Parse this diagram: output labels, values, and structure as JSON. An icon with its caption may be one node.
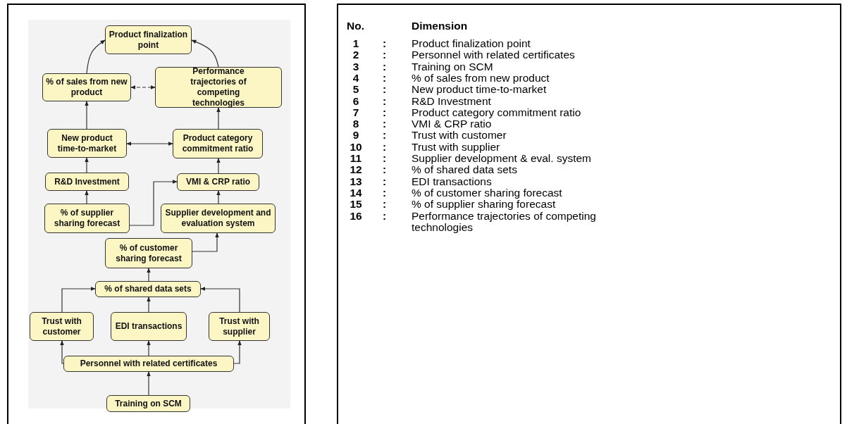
{
  "diagram": {
    "nodes": [
      {
        "text": [
          "Product finalization point"
        ]
      },
      {
        "text": [
          "% of sales from new product"
        ]
      },
      {
        "text": [
          "Performance trajectories of competing technologies"
        ]
      },
      {
        "text": [
          "New product time-to-market"
        ]
      },
      {
        "text": [
          "Product category commitment ratio"
        ]
      },
      {
        "text": [
          "R&D Investment"
        ]
      },
      {
        "text": [
          "VMI & CRP ratio"
        ]
      },
      {
        "text": [
          "% of supplier sharing forecast"
        ]
      },
      {
        "text": [
          "Supplier development and evaluation system"
        ]
      },
      {
        "text": [
          "% of customer sharing forecast"
        ]
      },
      {
        "text": [
          "% of shared data sets"
        ]
      },
      {
        "text": [
          "Trust with customer"
        ]
      },
      {
        "text": [
          "EDI transactions"
        ]
      },
      {
        "text": [
          "Trust with supplier"
        ]
      },
      {
        "text": [
          "Personnel with related certificates"
        ]
      },
      {
        "text": [
          "Training on SCM"
        ]
      }
    ],
    "edges": [
      {
        "from": 1,
        "to": 0,
        "arrow": "to"
      },
      {
        "from": 2,
        "to": 0,
        "arrow": "to"
      },
      {
        "from": 1,
        "to": 2,
        "arrow": "both",
        "style": "dashed"
      },
      {
        "from": 3,
        "to": 1,
        "arrow": "to"
      },
      {
        "from": 4,
        "to": 2,
        "arrow": "to"
      },
      {
        "from": 3,
        "to": 4,
        "arrow": "both"
      },
      {
        "from": 5,
        "to": 3,
        "arrow": "to"
      },
      {
        "from": 6,
        "to": 4,
        "arrow": "to"
      },
      {
        "from": 7,
        "to": 5,
        "arrow": "to"
      },
      {
        "from": 7,
        "to": 6,
        "arrow": "to"
      },
      {
        "from": 8,
        "to": 6,
        "arrow": "to"
      },
      {
        "from": 9,
        "to": 8,
        "arrow": "to"
      },
      {
        "from": 10,
        "to": 9,
        "arrow": "to"
      },
      {
        "from": 11,
        "to": 10,
        "arrow": "to"
      },
      {
        "from": 12,
        "to": 10,
        "arrow": "to"
      },
      {
        "from": 13,
        "to": 10,
        "arrow": "to"
      },
      {
        "from": 14,
        "to": 11,
        "arrow": "to"
      },
      {
        "from": 14,
        "to": 12,
        "arrow": "to"
      },
      {
        "from": 14,
        "to": 13,
        "arrow": "to"
      },
      {
        "from": 15,
        "to": 14,
        "arrow": "to"
      }
    ],
    "labels": [
      "No.",
      "Dimension",
      "1",
      ":",
      "Product finalization point",
      "2",
      ":",
      "Personnel with related certificates",
      "3",
      ":",
      "Training on SCM",
      "4",
      ":",
      "% of sales from new product",
      "5",
      ":",
      "New product time-to-market",
      "6",
      ":",
      "R&D Investment",
      "7",
      ":",
      "Product category commitment ratio",
      "8",
      ":",
      "VMI & CRP ratio",
      "9",
      ":",
      "Trust with customer",
      "10",
      ":",
      "Trust with supplier",
      "11",
      ":",
      "Supplier development & eval. system",
      "12",
      ":",
      "% of shared data sets",
      "13",
      ":",
      "EDI transactions",
      "14",
      ":",
      "% of customer sharing forecast",
      "15",
      ":",
      "% of supplier sharing forecast",
      "16",
      ":",
      "Performance trajectories of competing technologies"
    ]
  }
}
